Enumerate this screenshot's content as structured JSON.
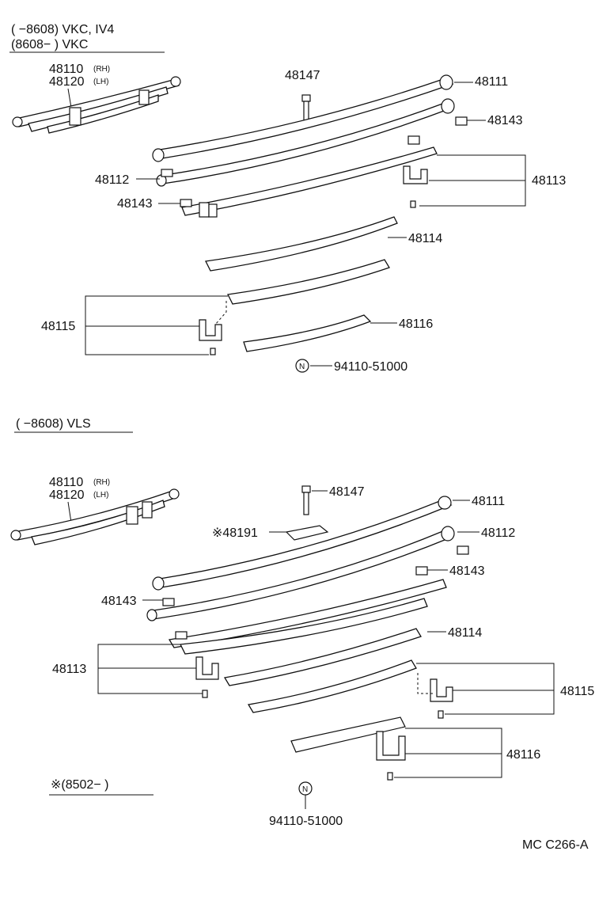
{
  "top": {
    "header_line1": "(        −8608) VKC, IV4",
    "header_line2": "(8608−        ) VKC",
    "assembly_rh": "48110",
    "assembly_rh_tag": "(RH)",
    "assembly_lh": "48120",
    "assembly_lh_tag": "(LH)",
    "bolt": "48147",
    "leaf_1": "48111",
    "leaf_2": "48112",
    "insert_a": "48143",
    "insert_b": "48143",
    "clip_1": "48113",
    "leaf_3": "48114",
    "clip_2": "48115",
    "leaf_4": "48116",
    "nut_symbol": "N",
    "nut": "94110-51000"
  },
  "bottom": {
    "header": "(        −8608) VLS",
    "assembly_rh": "48110",
    "assembly_rh_tag": "(RH)",
    "assembly_lh": "48120",
    "assembly_lh_tag": "(LH)",
    "bolt": "48147",
    "spacer": "※48191",
    "leaf_1": "48111",
    "leaf_2": "48112",
    "insert_a": "48143",
    "insert_b": "48143",
    "leaf_3": "48114",
    "clip_1": "48113",
    "clip_2": "48115",
    "clip_3": "48116",
    "nut_symbol": "N",
    "nut": "94110-51000",
    "note": "※(8502−        )"
  },
  "figure_code": "MC  C266-A"
}
